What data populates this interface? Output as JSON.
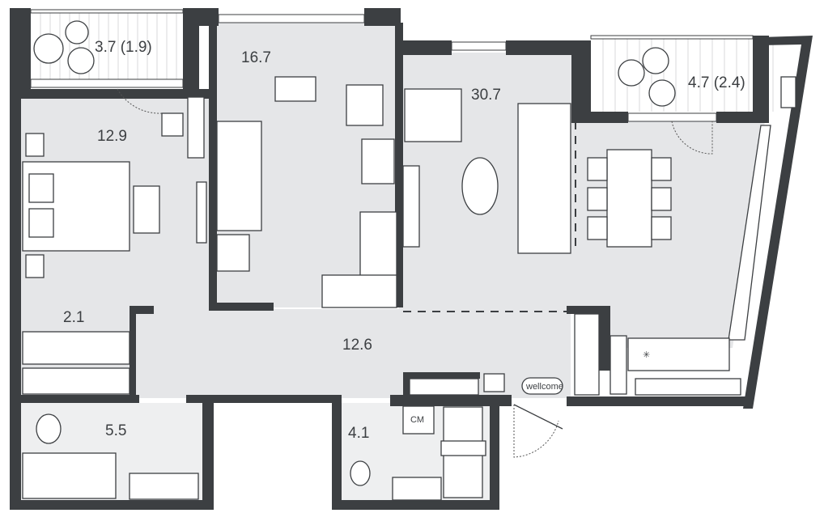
{
  "plan": {
    "rooms": [
      {
        "id": "balcony-left",
        "area": "3.7 (1.9)"
      },
      {
        "id": "bedroom-2",
        "area": "16.7"
      },
      {
        "id": "living-kitchen",
        "area": "30.7"
      },
      {
        "id": "balcony-right",
        "area": "4.7 (2.4)"
      },
      {
        "id": "bedroom-1",
        "area": "12.9"
      },
      {
        "id": "wardrobe",
        "area": "2.1"
      },
      {
        "id": "hall",
        "area": "12.6"
      },
      {
        "id": "bathroom-1",
        "area": "5.5"
      },
      {
        "id": "bathroom-2",
        "area": "4.1"
      }
    ],
    "washing_machine_label": "СМ",
    "doormat_label": "wellcome"
  },
  "colors": {
    "wall": "#3c3f42",
    "floor": "#e5e6e8",
    "tile": "#eeeff0"
  }
}
